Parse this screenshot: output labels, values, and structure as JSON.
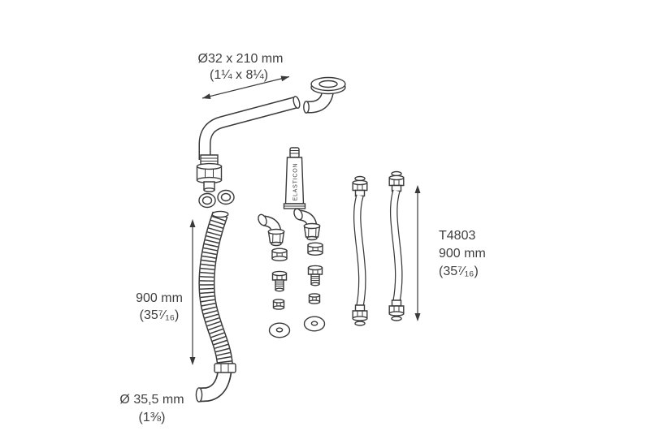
{
  "colors": {
    "background": "#ffffff",
    "line": "#3a3a3a",
    "text": "#3f3f3f"
  },
  "labels": {
    "drain_pipe": {
      "metric": "Ø32 x 210 mm",
      "imperial": "(1¼ x 8¼)"
    },
    "corrugated_hose": {
      "metric": "900 mm",
      "imperial": "(35⁷⁄₁₆)"
    },
    "outlet_elbow": {
      "metric": "Ø 35,5 mm",
      "imperial": "(1⅜)"
    },
    "flex_hoses": {
      "part_number": "T4803",
      "metric": "900 mm",
      "imperial": "(35⁷⁄₁₆)"
    },
    "glue_tube": {
      "brand": "ELASTICON"
    }
  }
}
